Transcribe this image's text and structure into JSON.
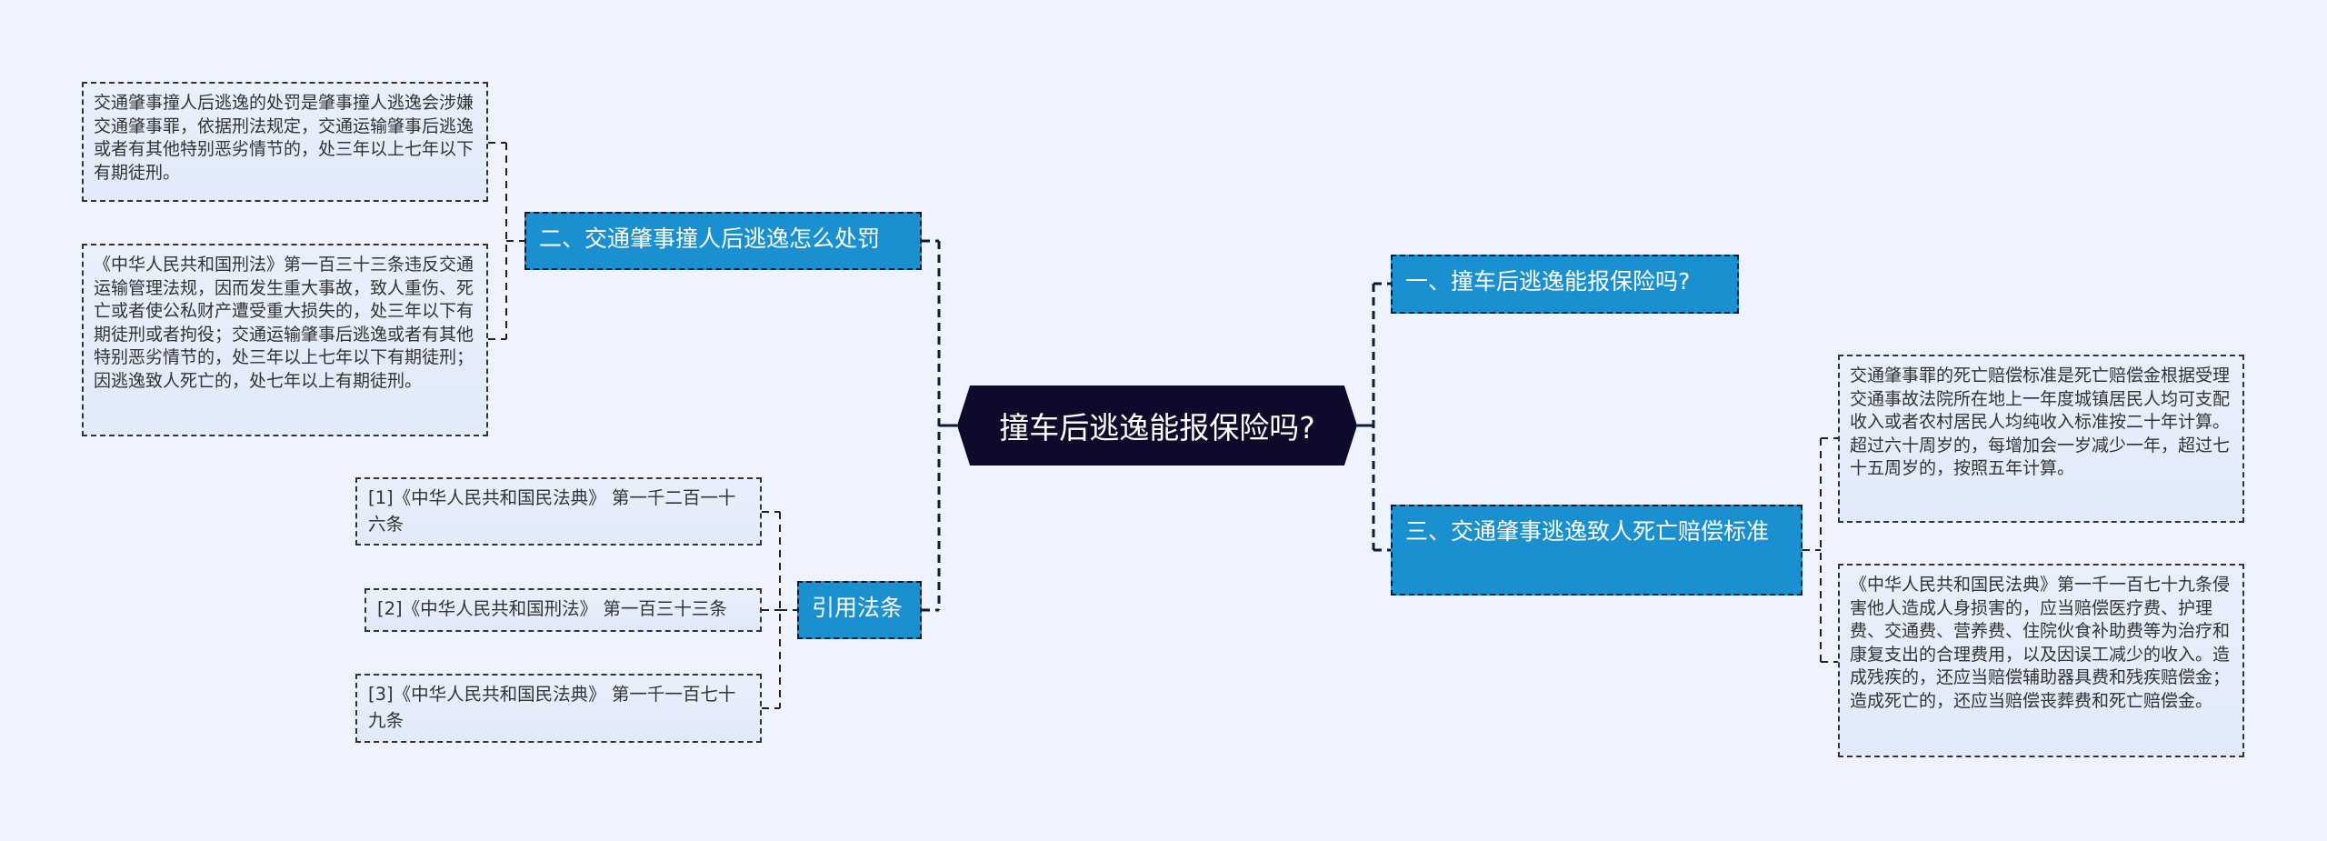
{
  "root": {
    "label": "撞车后逃逸能报保险吗?"
  },
  "branches": [
    {
      "id": "one",
      "label": "一、撞车后逃逸能报保险吗?",
      "children": []
    },
    {
      "id": "two",
      "label": "二、交通肇事撞人后逃逸怎么处罚",
      "children": [
        "交通肇事撞人后逃逸的处罚是肇事撞人逃逸会涉嫌交通肇事罪，依据刑法规定，交通运输肇事后逃逸或者有其他特别恶劣情节的，处三年以上七年以下有期徒刑。",
        "《中华人民共和国刑法》第一百三十三条违反交通运输管理法规，因而发生重大事故，致人重伤、死亡或者使公私财产遭受重大损失的，处三年以下有期徒刑或者拘役；交通运输肇事后逃逸或者有其他特别恶劣情节的，处三年以上七年以下有期徒刑；因逃逸致人死亡的，处七年以上有期徒刑。"
      ]
    },
    {
      "id": "three",
      "label": "三、交通肇事逃逸致人死亡赔偿标准",
      "children": [
        "交通肇事罪的死亡赔偿标准是死亡赔偿金根据受理交通事故法院所在地上一年度城镇居民人均可支配收入或者农村居民人均纯收入标准按二十年计算。超过六十周岁的，每增加会一岁减少一年，超过七十五周岁的，按照五年计算。",
        "《中华人民共和国民法典》第一千一百七十九条侵害他人造成人身损害的，应当赔偿医疗费、护理费、交通费、营养费、住院伙食补助费等为治疗和康复支出的合理费用，以及因误工减少的收入。造成残疾的，还应当赔偿辅助器具费和残疾赔偿金；造成死亡的，还应当赔偿丧葬费和死亡赔偿金。"
      ]
    },
    {
      "id": "refs",
      "label": "引用法条",
      "children": [
        "[1]《中华人民共和国民法典》 第一千二百一十六条",
        "[2]《中华人民共和国刑法》 第一百三十三条",
        "[3]《中华人民共和国民法典》 第一千一百七十九条"
      ]
    }
  ],
  "colors": {
    "background": "#EEF3FD",
    "root_fill": "#0D0A2B",
    "topic_fill": "#1A90D0",
    "leaf_fill": "#E5EDFB",
    "connector": "#0D1A3A"
  }
}
